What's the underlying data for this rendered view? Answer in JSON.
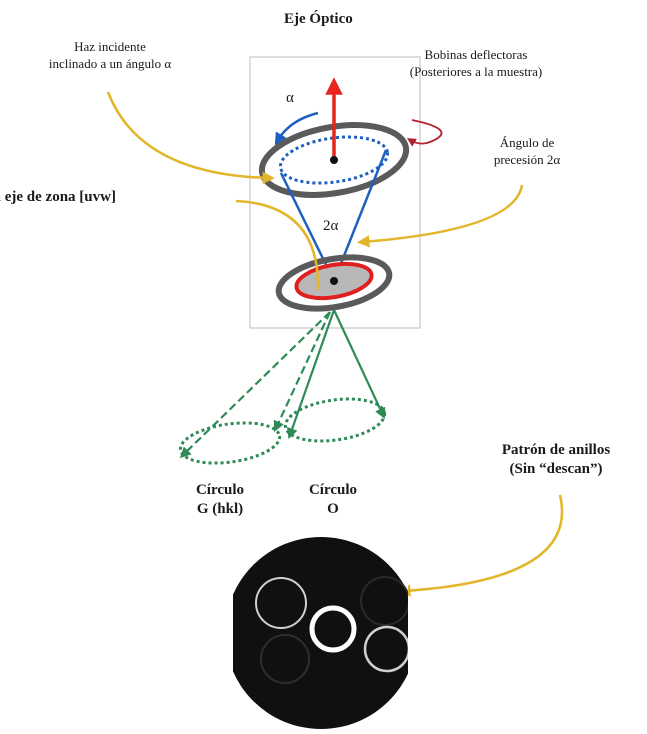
{
  "labels": {
    "optical_axis": "Eje Óptico",
    "incident_beam_l1": "Haz incidente",
    "incident_beam_l2": "inclinado a un ángulo α",
    "deflector_l1": "Bobinas deflectoras",
    "deflector_l2": "(Posteriores a la muestra)",
    "alpha": "α",
    "precession_l1": "Ángulo de",
    "precession_l2": "precesión 2α",
    "zone_axis": "en eje de zona [uvw]",
    "two_alpha": "2α",
    "ring_pattern_l1": "Patrón de anillos",
    "ring_pattern_l2": "(Sin “descan”)",
    "circle_g_l1": "Círculo",
    "circle_g_l2": "G (hkl)",
    "circle_o_l1": "Círculo",
    "circle_o_l2": "O"
  },
  "colors": {
    "beam_blue": "#1f5fbf",
    "optical_axis_red": "#e8241f",
    "ring_gray": "#5a5a5a",
    "sample_red": "#e02020",
    "diffraction_green": "#2e8b57",
    "callout_yellow": "#e3b52a",
    "deflector_arrow": "#b02030",
    "pattern_bg": "#101010"
  }
}
